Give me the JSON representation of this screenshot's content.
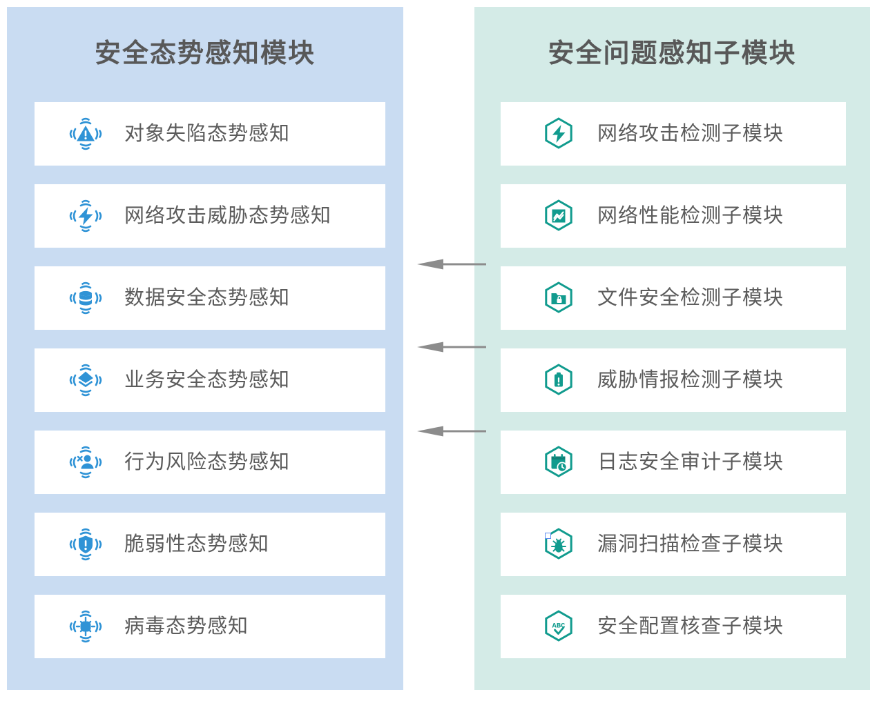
{
  "diagram": {
    "accent_blue": "#2f93d6",
    "accent_teal": "#119b8e",
    "panel_left_bg": "#c9dcf2",
    "panel_right_bg": "#d4ebe7",
    "card_bg": "#ffffff",
    "title_color": "#585858",
    "label_color": "#5c5c5c",
    "arrow_color": "#8c8c8c"
  },
  "left_panel": {
    "title": "安全态势感知模块",
    "items": [
      {
        "label": "对象失陷态势感知",
        "icon": "radar-warning-triangle-icon"
      },
      {
        "label": "网络攻击威胁态势感知",
        "icon": "radar-lightning-icon"
      },
      {
        "label": "数据安全态势感知",
        "icon": "radar-database-icon"
      },
      {
        "label": "业务安全态势感知",
        "icon": "radar-diamond-icon"
      },
      {
        "label": "行为风险态势感知",
        "icon": "radar-user-risk-icon"
      },
      {
        "label": "脆弱性态势感知",
        "icon": "radar-shield-icon"
      },
      {
        "label": "病毒态势感知",
        "icon": "radar-virus-icon"
      }
    ]
  },
  "right_panel": {
    "title": "安全问题感知子模块",
    "items": [
      {
        "label": "网络攻击检测子模块",
        "icon": "hexagon-lightning-icon"
      },
      {
        "label": "网络性能检测子模块",
        "icon": "hexagon-chart-icon"
      },
      {
        "label": "文件安全检测子模块",
        "icon": "hexagon-folder-lock-icon"
      },
      {
        "label": "威胁情报检测子模块",
        "icon": "hexagon-alert-clipboard-icon"
      },
      {
        "label": "日志安全审计子模块",
        "icon": "hexagon-calendar-clock-icon"
      },
      {
        "label": "漏洞扫描检查子模块",
        "icon": "hexagon-bug-icon"
      },
      {
        "label": "安全配置核查子模块",
        "icon": "hexagon-abc-check-icon"
      }
    ]
  },
  "connectors": [
    {
      "name": "arrow-right-to-left-1",
      "direction": "left"
    },
    {
      "name": "arrow-right-to-left-2",
      "direction": "left"
    },
    {
      "name": "arrow-right-to-left-3",
      "direction": "left"
    }
  ]
}
